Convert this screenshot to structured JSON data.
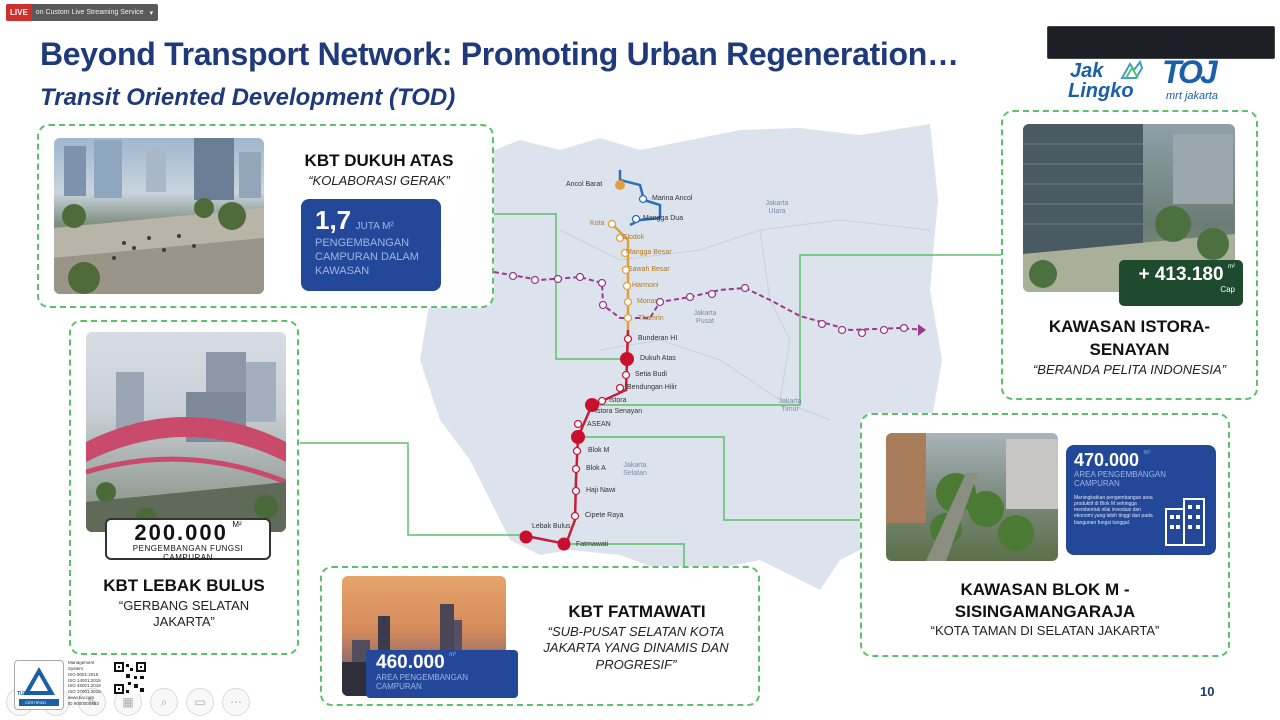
{
  "live": {
    "badge": "LIVE",
    "service": "on Custom Live Streaming Service",
    "chevron": "▾"
  },
  "slide": {
    "title": "Beyond Transport Network: Promoting Urban Regeneration…",
    "subtitle": "Transit Oriented Development (TOD)",
    "page_number": "10"
  },
  "logos": {
    "jaklingko_line1": "Jak",
    "jaklingko_line2": "Lingko",
    "mrt_mark": "TOJ",
    "mrt_text": "mrt jakarta"
  },
  "map": {
    "stations": [
      "Ancol Barat",
      "Marina Ancol",
      "Mangga Dua",
      "Kota",
      "Glodok",
      "Mangga Besar",
      "Sawah Besar",
      "Harmoni",
      "Monas",
      "Thamrin",
      "Bunderan HI",
      "Dukuh Atas",
      "Setia Budi",
      "Bendungan Hilir",
      "Istora",
      "Istora Senayan",
      "ASEAN",
      "Blok M",
      "Blok A",
      "Haji Nawi",
      "Cipete Raya",
      "Lebak Bulus",
      "Fatmawati"
    ],
    "regions": [
      "Jakarta Utara",
      "Jakarta Pusat",
      "Jakarta Timur",
      "Jakarta Selatan"
    ],
    "colors": {
      "north_line": "#2a6fb8",
      "orange_line": "#e0a040",
      "red_line": "#c41e3a",
      "purple_line": "#9b3a8c",
      "connector": "#5cbf6a"
    }
  },
  "cards": {
    "dukuh_atas": {
      "title": "KBT DUKUH ATAS",
      "subtitle": "“KOLABORASI GERAK”",
      "stat_number": "1,7",
      "stat_unit": "JUTA M²",
      "stat_desc": "PENGEMBANGAN CAMPURAN DALAM KAWASAN"
    },
    "lebak_bulus": {
      "title": "KBT LEBAK BULUS",
      "subtitle": "“GERBANG SELATAN JAKARTA”",
      "stat_number": "200.000",
      "stat_unit": "M²",
      "stat_desc": "PENGEMBANGAN FUNGSI CAMPURAN"
    },
    "fatmawati": {
      "title": "KBT FATMAWATI",
      "subtitle": "“SUB-PUSAT SELATAN KOTA JAKARTA YANG DINAMIS DAN PROGRESIF”",
      "stat_number": "460.000",
      "stat_unit": "m²",
      "stat_desc": "AREA PENGEMBANGAN CAMPURAN"
    },
    "istora": {
      "title": "KAWASAN ISTORA-SENAYAN",
      "subtitle": "“BERANDA PELITA INDONESIA”",
      "stat_number": "+ 413.180",
      "stat_unit": "m²",
      "stat_desc": "Cap"
    },
    "blok_m": {
      "title": "KAWASAN BLOK M - SISINGAMANGARAJA",
      "subtitle": "“KOTA TAMAN DI SELATAN JAKARTA”",
      "stat_number": "470.000",
      "stat_unit": "m²",
      "stat_desc": "AREA PENGEMBANGAN CAMPURAN",
      "stat_note": "Meningkatkan pengembangan area produktif di Blok M sehingga membentuk nilai investasi dan ekonomi yang lebih tinggi dari pada bangunan fungsi tunggal."
    }
  },
  "footer": {
    "tuv_label": "TÜVRheinland",
    "tuv_certified": "CERTIFIED",
    "cert_lines": [
      "Management",
      "System",
      "ISO 9001:2015",
      "ISO 14001:2015",
      "ISO 45001:2018",
      "ISO 37001:2016",
      "www.tuv.com",
      "ID 9000000493"
    ]
  }
}
